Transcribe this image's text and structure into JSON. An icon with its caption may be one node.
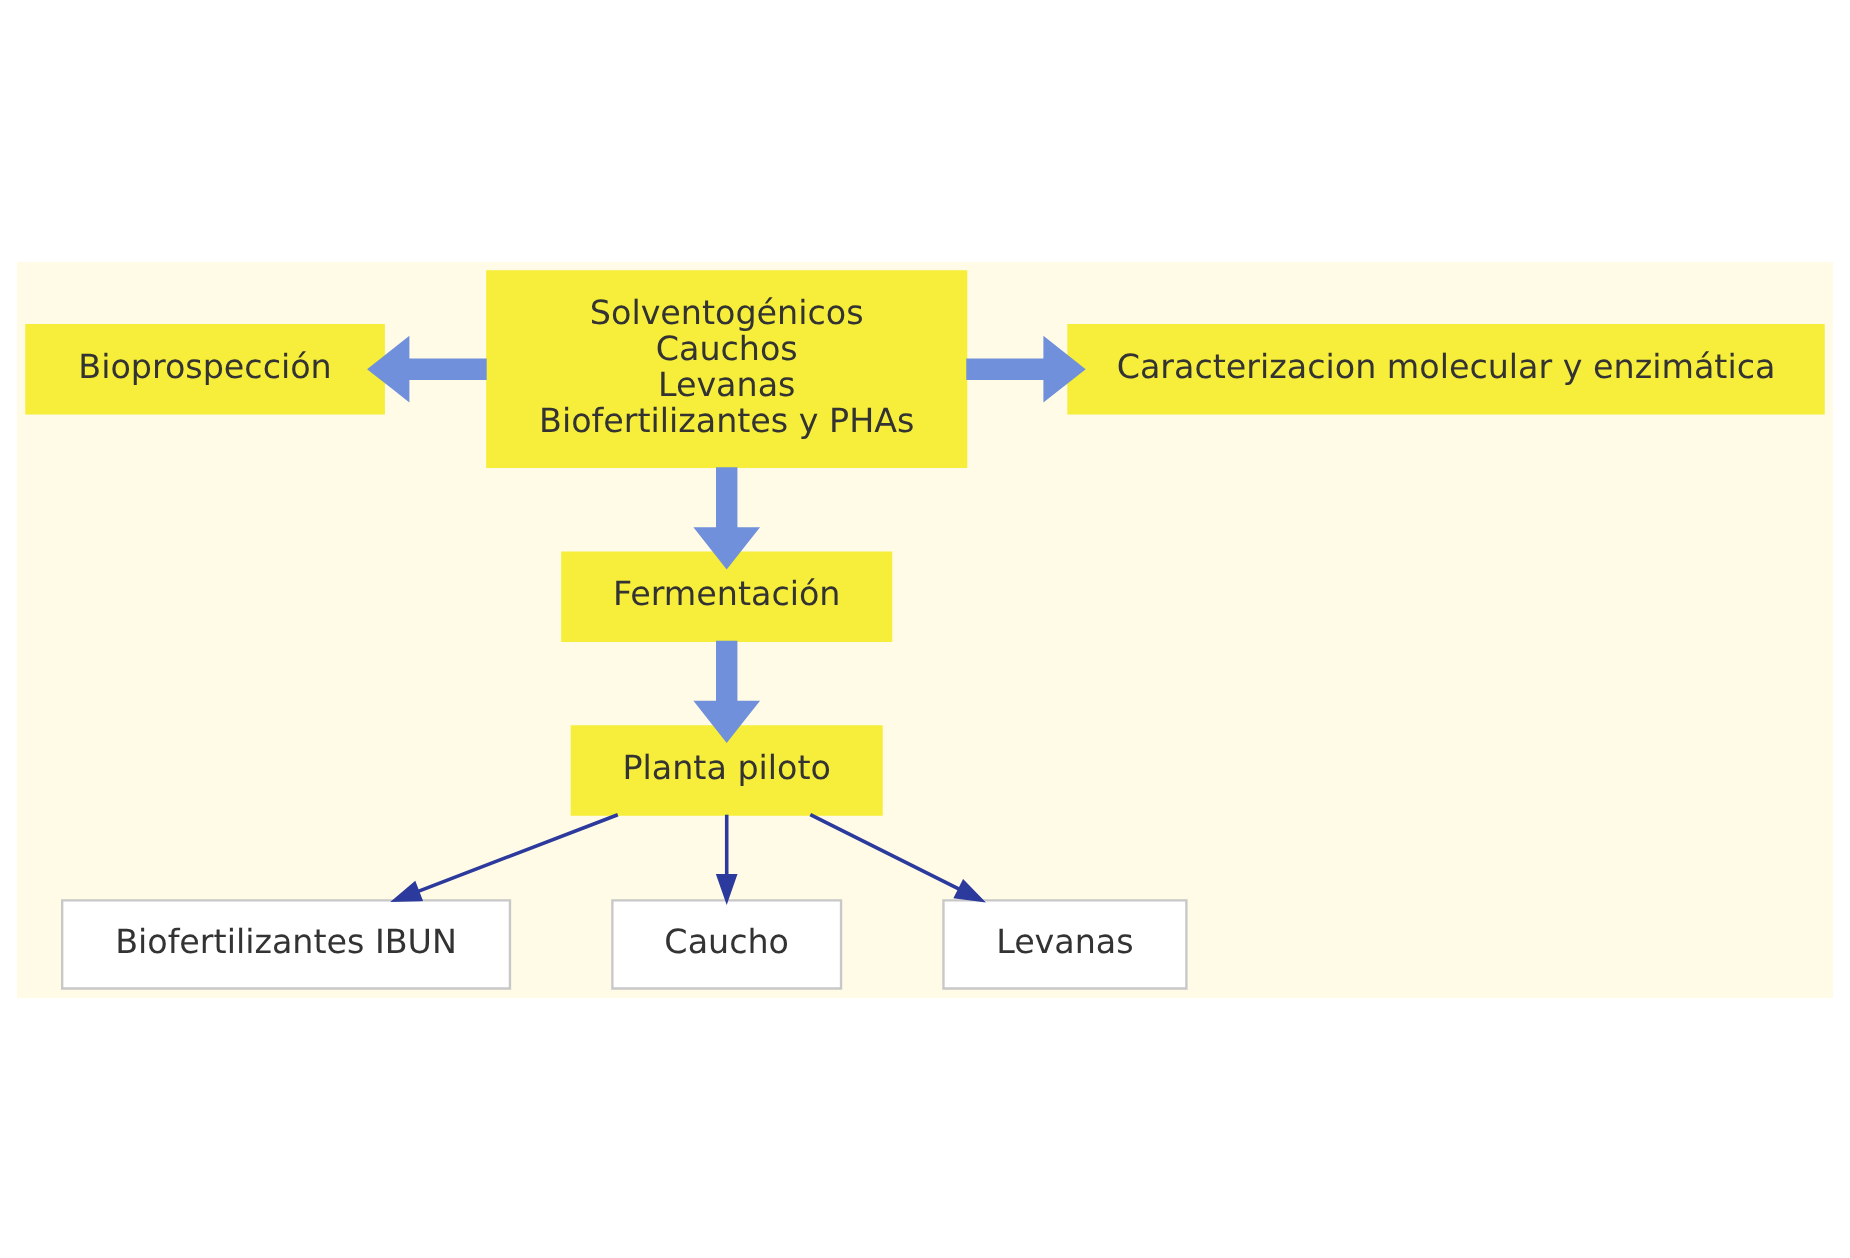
{
  "diagram": {
    "nodes": [
      {
        "text": [
          "Bioprospección"
        ]
      },
      {
        "text": [
          "Solventogénicos",
          "Cauchos",
          "Levanas",
          "Biofertilizantes y PHAs"
        ]
      },
      {
        "text": [
          "Caracterizacion molecular y enzimática"
        ]
      },
      {
        "text": [
          "Fermentación"
        ]
      },
      {
        "text": [
          "Planta piloto"
        ]
      },
      {
        "text": [
          "Biofertilizantes IBUN"
        ]
      },
      {
        "text": [
          "Caucho"
        ]
      },
      {
        "text": [
          "Levanas"
        ]
      }
    ],
    "edges": [
      {
        "from": 1,
        "to": 0,
        "arrow": "to"
      },
      {
        "from": 1,
        "to": 2,
        "arrow": "to"
      },
      {
        "from": 1,
        "to": 3,
        "arrow": "to"
      },
      {
        "from": 3,
        "to": 4,
        "arrow": "to"
      },
      {
        "from": 4,
        "to": 5,
        "arrow": "to",
        "color": "#2b3a9c"
      },
      {
        "from": 4,
        "to": 6,
        "arrow": "to",
        "color": "#2b3a9c"
      },
      {
        "from": 4,
        "to": 7,
        "arrow": "to",
        "color": "#2b3a9c"
      }
    ]
  }
}
